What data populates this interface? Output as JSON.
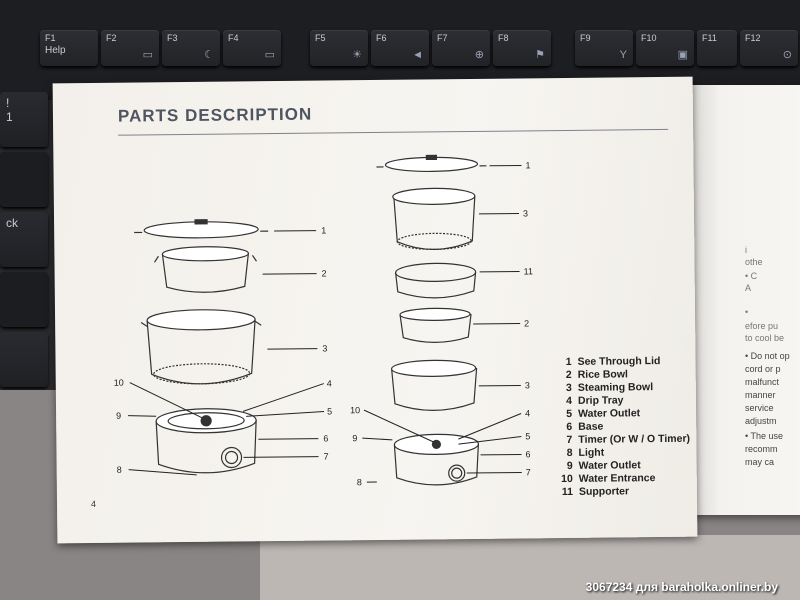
{
  "keyboard": {
    "fkeys": [
      {
        "label": "F1",
        "sub": "Help",
        "sym": ""
      },
      {
        "label": "F2",
        "sub": "",
        "sym": "▭"
      },
      {
        "label": "F3",
        "sub": "",
        "sym": "☾"
      },
      {
        "label": "F4",
        "sub": "",
        "sym": "▭"
      },
      {
        "label": "F5",
        "sub": "",
        "sym": "☀"
      },
      {
        "label": "F6",
        "sub": "",
        "sym": "◄"
      },
      {
        "label": "F7",
        "sub": "",
        "sym": "⊕"
      },
      {
        "label": "F8",
        "sub": "",
        "sym": "⚑"
      },
      {
        "label": "F9",
        "sub": "",
        "sym": "Y"
      },
      {
        "label": "F10",
        "sub": "",
        "sym": "▣"
      },
      {
        "label": "F11",
        "sub": "",
        "sym": ""
      },
      {
        "label": "F12",
        "sub": "",
        "sym": "⊙"
      }
    ],
    "left_keys": [
      "!\n1",
      "",
      "ck"
    ]
  },
  "page": {
    "title": "PARTS DESCRIPTION",
    "page_number": "4",
    "callouts_left": [
      "1",
      "2",
      "3",
      "4",
      "5",
      "6",
      "7",
      "8",
      "9",
      "10"
    ],
    "callouts_right": [
      "1",
      "3",
      "11",
      "2",
      "3",
      "4",
      "5",
      "6",
      "7",
      "8",
      "9",
      "10"
    ],
    "parts": [
      {
        "num": "1",
        "name": "See Through Lid"
      },
      {
        "num": "2",
        "name": "Rice Bowl"
      },
      {
        "num": "3",
        "name": "Steaming Bowl"
      },
      {
        "num": "4",
        "name": "Drip Tray"
      },
      {
        "num": "5",
        "name": "Water Outlet"
      },
      {
        "num": "6",
        "name": "Base"
      },
      {
        "num": "7",
        "name": "Timer (Or W / O Timer)"
      },
      {
        "num": "8",
        "name": "Light"
      },
      {
        "num": "9",
        "name": "Water Outlet"
      },
      {
        "num": "10",
        "name": "Water Entrance"
      },
      {
        "num": "11",
        "name": "Supporter"
      }
    ]
  },
  "right_page_fragments": [
    "i",
    "othe",
    "• C",
    "A",
    "• ",
    "efore pu",
    "to cool be",
    "• Do not op",
    "cord or p",
    "malfunct",
    "manner",
    "service",
    "adjustm",
    "• The use",
    "recomm",
    "may ca"
  ],
  "watermark": "3067234 для baraholka.onliner.by"
}
